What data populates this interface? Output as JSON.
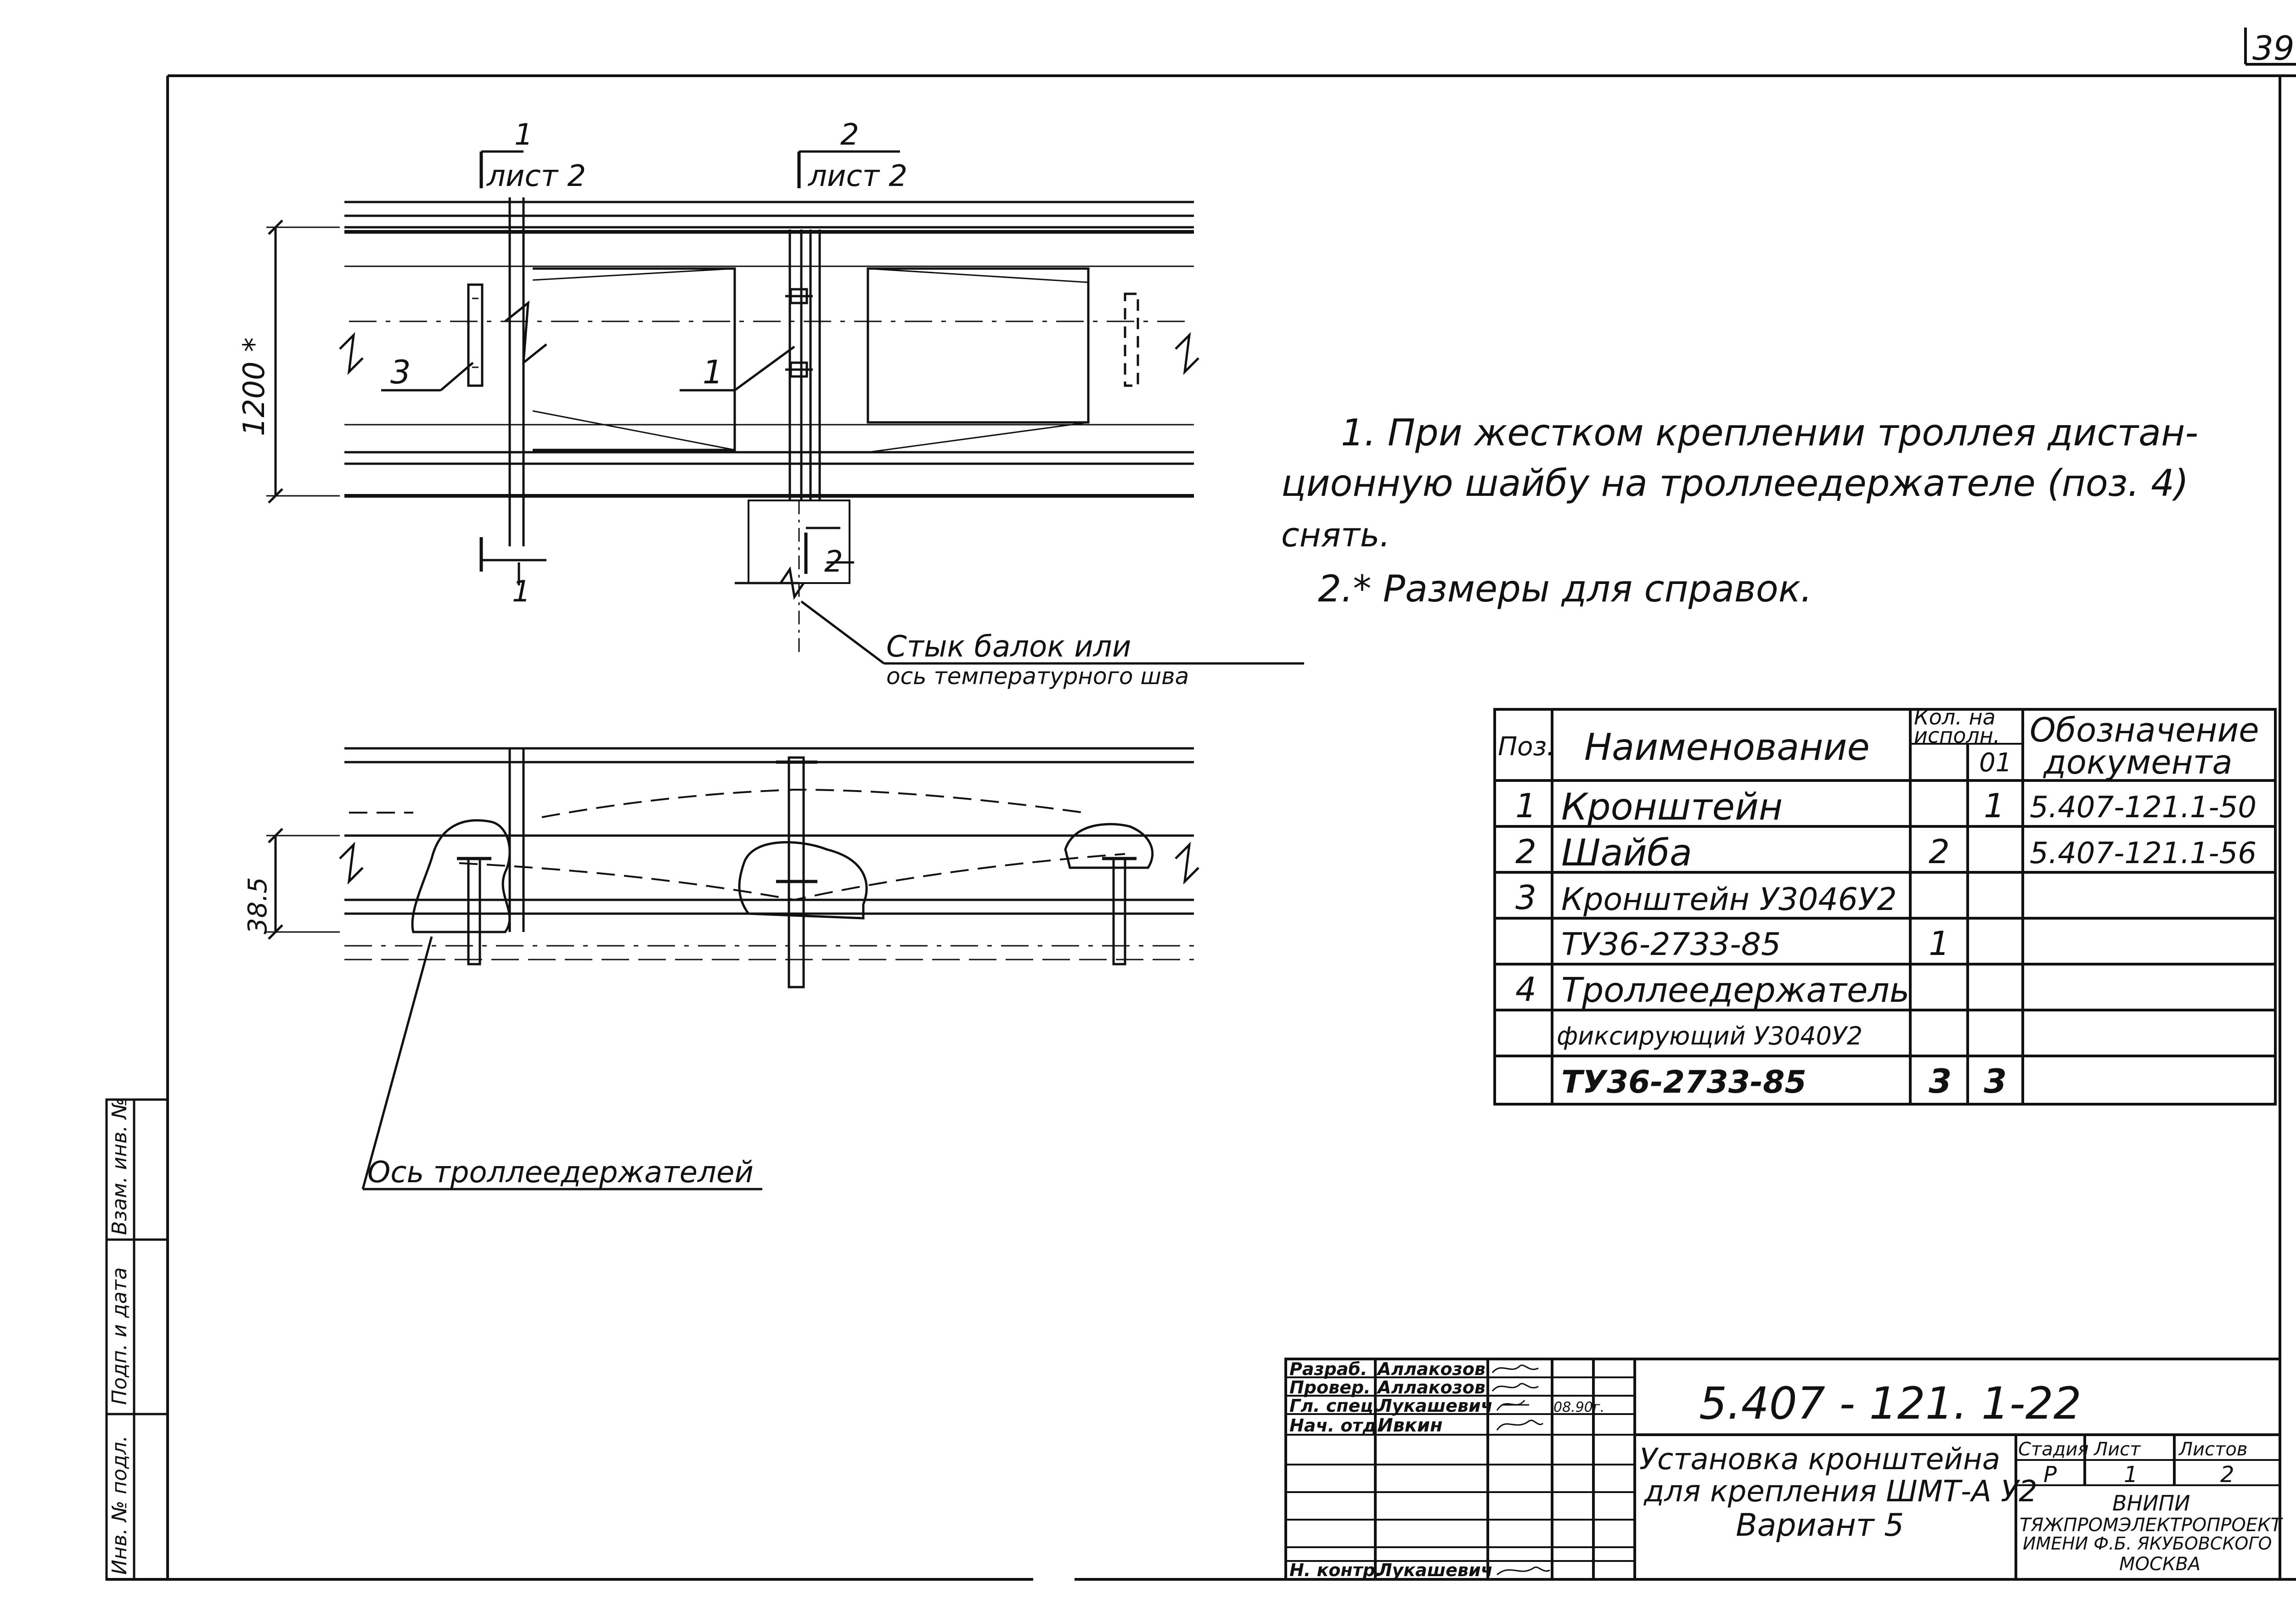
{
  "sheet": {
    "corner_number": "39"
  },
  "top_view": {
    "section1_top": {
      "num": "1",
      "ref": "лист 2"
    },
    "section2_top": {
      "num": "2",
      "ref": "лист 2"
    },
    "section1_bottom": {
      "num": "1"
    },
    "section2_bottom": {
      "num": "2"
    },
    "height_dim": "1200 *",
    "callout_3": "3",
    "callout_1": "1"
  },
  "joint_note": {
    "line1": "Стык балок или",
    "line2": "ось температурного шва"
  },
  "side_view": {
    "dim": "38.5",
    "axis_label": "Ось троллеедержателей"
  },
  "notes": {
    "n1_l1": "1. При жестком креплении троллея дистан-",
    "n1_l2": "ционную шайбу на троллеедержателе (поз. 4)",
    "n1_l3": "снять.",
    "n2": "2.* Размеры для справок."
  },
  "spec_table": {
    "h_pos": "Поз.",
    "h_name": "Наименование",
    "h_qty_l1": "Кол. на",
    "h_qty_l2": "исполн.",
    "h_var": "01",
    "h_doc_l1": "Обозначение",
    "h_doc_l2": "документа",
    "rows": [
      {
        "pos": "1",
        "name": "Кронштейн",
        "q": "",
        "q01": "1",
        "doc": "5.407-121.1-50"
      },
      {
        "pos": "2",
        "name": "Шайба",
        "q": "2",
        "q01": "",
        "doc": "5.407-121.1-56"
      },
      {
        "pos": "3",
        "name": "Кронштейн У3046У2",
        "q": "",
        "q01": "",
        "doc": ""
      },
      {
        "pos": "",
        "name": "ТУ36-2733-85",
        "q": "1",
        "q01": "",
        "doc": ""
      },
      {
        "pos": "4",
        "name": "Троллеедержатель",
        "q": "",
        "q01": "",
        "doc": ""
      },
      {
        "pos": "",
        "name": "фиксирующий У3040У2",
        "q": "",
        "q01": "",
        "doc": ""
      },
      {
        "pos": "",
        "name": "ТУ36-2733-85",
        "q": "3",
        "q01": "3",
        "doc": ""
      }
    ]
  },
  "side_stamp": {
    "c1": "Инв. № подл.",
    "c2": "Подп. и дата",
    "c3": "Взам. инв. №"
  },
  "title_block": {
    "code": "5.407 - 121. 1-22",
    "r1_role": "Разраб.",
    "r1_name": "Аллакозов",
    "r2_role": "Провер.",
    "r2_name": "Аллакозов",
    "r3_role": "Гл. спец.",
    "r3_name": "Лукашевич",
    "r3_date": "08.90г.",
    "r4_role": "Нач. отд.",
    "r4_name": "Ивкин",
    "r5_role": "Н. контр.",
    "r5_name": "Лукашевич",
    "title_l1": "Установка кронштейна",
    "title_l2": "для крепления ШМТ-А У2",
    "title_l3": "Вариант 5",
    "h_stage": "Стадия",
    "h_sheet": "Лист",
    "h_sheets": "Листов",
    "stage": "Р",
    "sheet": "1",
    "sheets": "2",
    "org1": "ВНИПИ",
    "org2": "ТЯЖПРОМЭЛЕКТРОПРОЕКТ",
    "org3": "ИМЕНИ Ф.Б. ЯКУБОВСКОГО",
    "org4": "МОСКВА"
  }
}
